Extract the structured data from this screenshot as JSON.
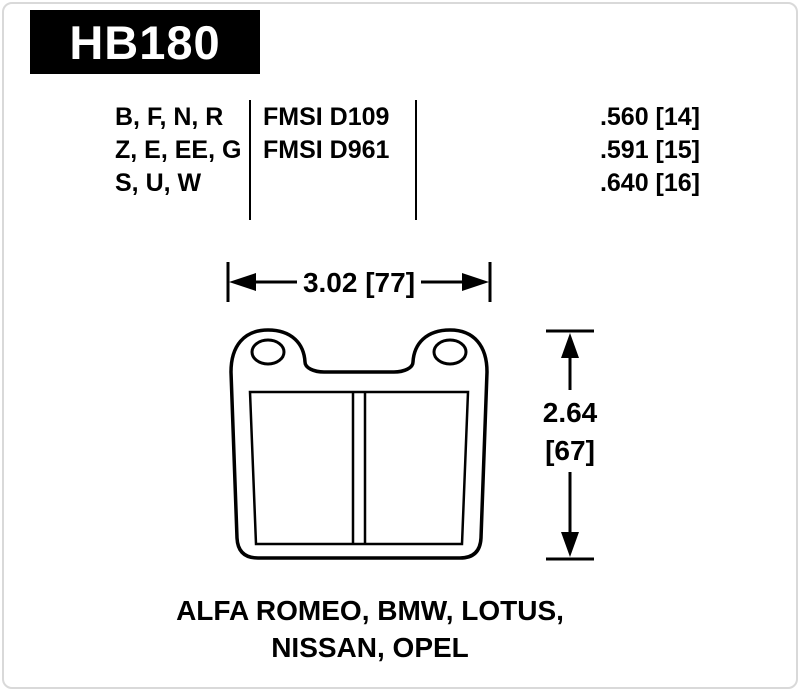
{
  "header": {
    "part_number": "HB180"
  },
  "spec_table": {
    "rows": [
      {
        "compounds": "B, F, N, R",
        "fmsi": "FMSI D109",
        "thickness": ".560 [14]"
      },
      {
        "compounds": "Z, E, EE, G",
        "fmsi": "FMSI D961",
        "thickness": ".591 [15]"
      },
      {
        "compounds": "S, U, W",
        "fmsi": "",
        "thickness": ".640 [16]"
      }
    ]
  },
  "dimensions": {
    "width_label": "3.02 [77]",
    "height_inches": "2.64",
    "height_mm": "[67]"
  },
  "applications": {
    "line1": "ALFA ROMEO, BMW, LOTUS,",
    "line2": "NISSAN, OPEL"
  },
  "colors": {
    "ink": "#000000",
    "background": "#ffffff",
    "frame": "#d9d9d9"
  }
}
